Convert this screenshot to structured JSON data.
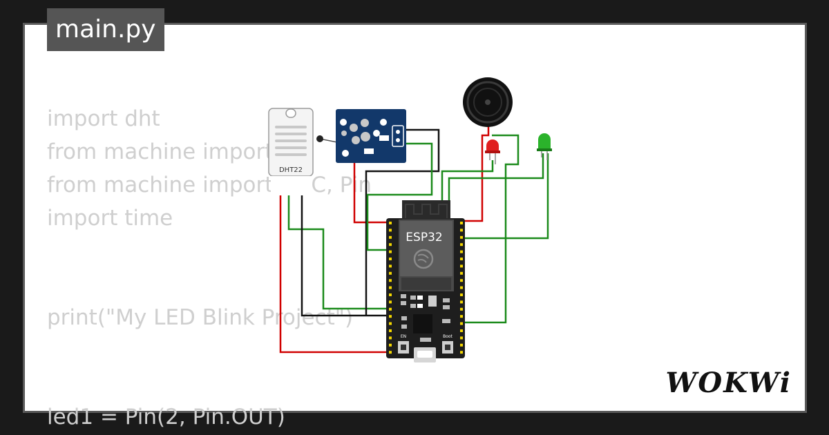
{
  "file_tab": {
    "label": "main.py"
  },
  "code": {
    "lines": [
      "import dht",
      "from machine import Pin",
      "from machine import ADC, Pin",
      "import time",
      "",
      "",
      "print(\"My LED Blink Project\")",
      "",
      "",
      "led1 = Pin(2, Pin.OUT)"
    ]
  },
  "components": {
    "dht22_label": "DHT22",
    "board_label": "ESP32",
    "boot_label": "Boot",
    "en_label": "EN"
  },
  "brand": {
    "logo": "WOKWi"
  },
  "colors": {
    "wire_red": "#d00000",
    "wire_black": "#111111",
    "wire_green": "#1a8a1a",
    "board": "#1e1e1e",
    "pin": "#f5d800"
  }
}
